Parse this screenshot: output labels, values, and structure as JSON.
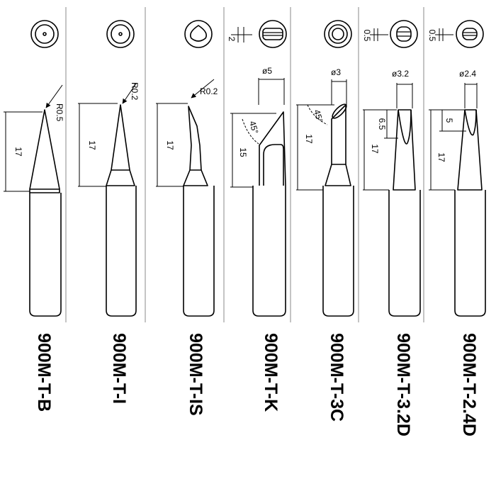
{
  "diagram": {
    "columns": [
      {
        "model": "900M-T-B",
        "dims": {
          "length": "17",
          "radius": "R0.5"
        }
      },
      {
        "model": "900M-T-I",
        "dims": {
          "length": "17",
          "radius": "R0.2"
        }
      },
      {
        "model": "900M-T-IS",
        "dims": {
          "length": "17",
          "radius": "R0.2"
        }
      },
      {
        "model": "900M-T-K",
        "dims": {
          "length": "15",
          "diameter": "ø5",
          "angle": "45°",
          "thickness": "2"
        }
      },
      {
        "model": "900M-T-3C",
        "dims": {
          "length": "17",
          "diameter": "ø3",
          "angle": "45°"
        }
      },
      {
        "model": "900M-T-3.2D",
        "dims": {
          "length": "17",
          "diameter": "ø3.2",
          "flat": "6.5",
          "thickness": "0.5"
        }
      },
      {
        "model": "900M-T-2.4D",
        "dims": {
          "length": "17",
          "diameter": "ø2.4",
          "flat": "5",
          "thickness": "0.5"
        }
      }
    ],
    "colors": {
      "line": "#000000",
      "separator": "#888888",
      "background": "#ffffff"
    }
  }
}
